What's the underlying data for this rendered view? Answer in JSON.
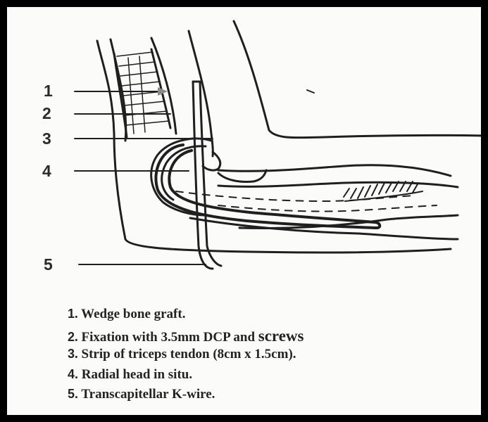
{
  "callouts": [
    "1",
    "2",
    "3",
    "4",
    "5"
  ],
  "legend": [
    {
      "number": "1",
      "text": ". Wedge bone graft."
    },
    {
      "number": "2",
      "text": ". Fixation with 3.5mm DCP and ",
      "tail": "screws"
    },
    {
      "number": "3",
      "text": ". Strip of triceps tendon (8cm x 1.5cm)."
    },
    {
      "number": "4.",
      "text": " Radial head in situ."
    },
    {
      "number": "5.",
      "text": " Transcapitellar K-wire."
    }
  ],
  "colors": {
    "ink": "#1f1f1f",
    "frame": "#000000",
    "paper": "#fbfbfa"
  }
}
